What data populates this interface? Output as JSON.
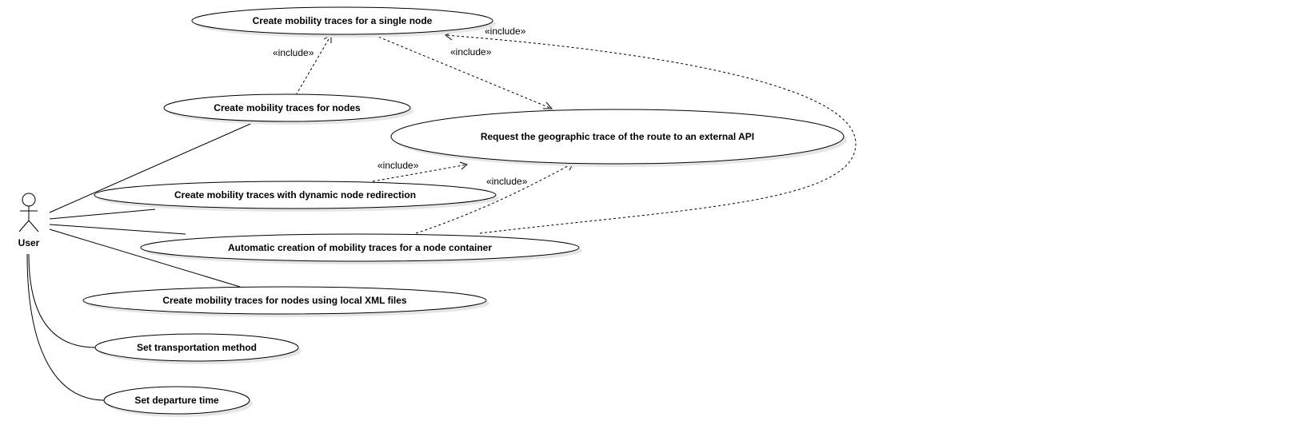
{
  "actor": {
    "label": "User"
  },
  "use_cases": {
    "single_node": "Create mobility traces for a single node",
    "nodes": "Create mobility traces for nodes",
    "request_api": "Request the geographic trace of the route to an external API",
    "dynamic_redirection": "Create mobility traces with dynamic node redirection",
    "node_container": "Automatic creation of mobility traces for a node container",
    "local_xml": "Create mobility traces for nodes using local XML files",
    "transportation": "Set transportation method",
    "departure": "Set departure time"
  },
  "relationships": {
    "nodes_to_single": "«include»",
    "single_to_api": "«include»",
    "container_to_single": "«include»",
    "redirection_to_api": "«include»",
    "container_to_api": "«include»"
  }
}
